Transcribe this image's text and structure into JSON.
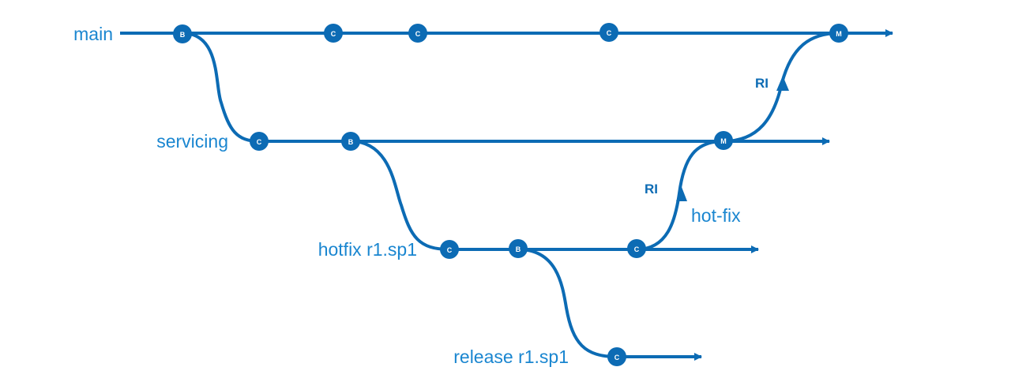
{
  "colors": {
    "line": "#0c6bb4",
    "node": "#0c6bb4",
    "label": "#1a86d0",
    "node_text": "#ffffff"
  },
  "branches": {
    "main": "main",
    "servicing": "servicing",
    "hotfix": "hotfix r1.sp1",
    "release": "release r1.sp1"
  },
  "annotations": {
    "hot_fix": "hot-fix",
    "ri_upper": "RI",
    "ri_lower": "RI"
  },
  "nodes": {
    "main": [
      "B",
      "C",
      "C",
      "C",
      "M"
    ],
    "servicing": [
      "C",
      "B",
      "M"
    ],
    "hotfix": [
      "C",
      "B",
      "C"
    ],
    "release": [
      "C"
    ]
  }
}
